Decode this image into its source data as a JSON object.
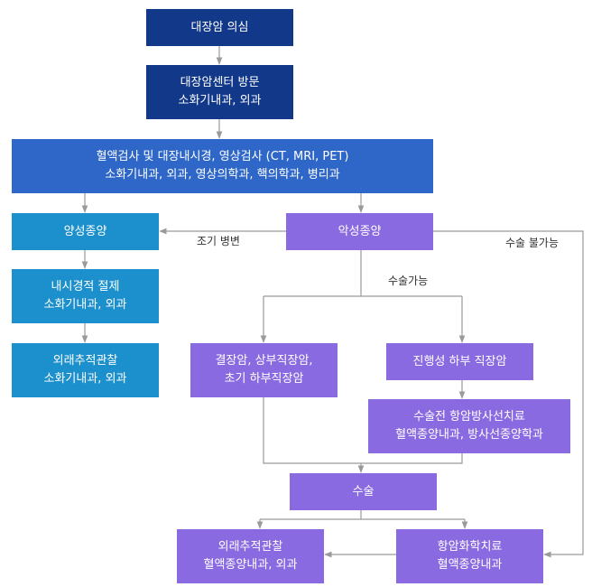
{
  "nodes": {
    "suspect": {
      "lines": [
        "대장암 의심"
      ],
      "color": "#12388a"
    },
    "visit": {
      "lines": [
        "대장암센터 방문",
        "소화기내과, 외과"
      ],
      "color": "#12388a"
    },
    "tests": {
      "lines": [
        "혈액검사 및 대장내시경, 영상검사 (CT, MRI, PET)",
        "소화기내과, 외과, 영상의학과, 핵의학과, 병리과"
      ],
      "color": "#2f67c9"
    },
    "benign": {
      "lines": [
        "양성종양"
      ],
      "color": "#1c90cd"
    },
    "endoscopic": {
      "lines": [
        "내시경적 절제",
        "소화기내과, 외과"
      ],
      "color": "#1c90cd"
    },
    "followup_benign": {
      "lines": [
        "외래추적관찰",
        "소화기내과, 외과"
      ],
      "color": "#1c90cd"
    },
    "malignant": {
      "lines": [
        "악성종양"
      ],
      "color": "#8a6ae0"
    },
    "colon_cancer": {
      "lines": [
        "결장암, 상부직장암,",
        "초기 하부직장암"
      ],
      "color": "#8a6ae0"
    },
    "advanced_rectal": {
      "lines": [
        "진행성 하부 직장암"
      ],
      "color": "#8a6ae0"
    },
    "neoadjuvant": {
      "lines": [
        "수술전 항암방사선치료",
        "혈액종양내과, 방사선종양학과"
      ],
      "color": "#8a6ae0"
    },
    "surgery": {
      "lines": [
        "수술"
      ],
      "color": "#8a6ae0"
    },
    "followup_final": {
      "lines": [
        "외래추적관찰",
        "혈액종양내과, 외과"
      ],
      "color": "#8a6ae0"
    },
    "chemo": {
      "lines": [
        "항암화학치료",
        "혈액종양내과"
      ],
      "color": "#8a6ae0"
    }
  },
  "labels": {
    "early": "조기 병변",
    "operable": "수술가능",
    "inoperable": "수술 불가능"
  },
  "line_color": "#9a9a9a"
}
